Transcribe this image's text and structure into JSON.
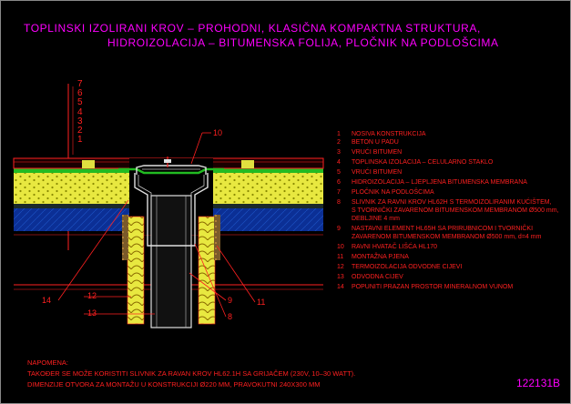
{
  "title": {
    "line1": "TOPLINSKI IZOLIRANI KROV – PROHODNI, KLASIČNA KOMPAKTNA STRUKTURA,",
    "line2": "HIDROIZOLACIJA – BITUMENSKA FOLIJA, PLOČNIK NA PODLOŠCIMA"
  },
  "layer_numbers": [
    "7",
    "6",
    "5",
    "4",
    "3",
    "2",
    "1"
  ],
  "callouts": {
    "c10": "10",
    "c14": "14",
    "c12": "12",
    "c13": "13",
    "c9": "9",
    "c11": "11",
    "c8": "8"
  },
  "legend": [
    {
      "num": "1",
      "text": "NOSIVA KONSTRUKCIJA"
    },
    {
      "num": "2",
      "text": "BETON U PADU"
    },
    {
      "num": "3",
      "text": "VRUĆI BITUMEN"
    },
    {
      "num": "4",
      "text": "TOPLINSKA IZOLACIJA – CELULARNO STAKLO"
    },
    {
      "num": "5",
      "text": "VRUĆI BITUMEN"
    },
    {
      "num": "6",
      "text": "HIDROIZOLACIJA – LJEPLJENA BITUMENSKA MEMBRANA"
    },
    {
      "num": "7",
      "text": "PLOČNIK NA PODLOŠCIMA"
    },
    {
      "num": "8",
      "text": "SLIVNIK ZA RAVNI KROV HL62H S TERMOIZOLIRANIM KUĆIŠTEM,\nS TVORNIČKI ZAVARENOM BITUMENSKOM MEMBRANOM Ø500 mm,\nDEBLJINE 4 mm"
    },
    {
      "num": "9",
      "text": "NASTAVNI ELEMENT HL65H SA PRIRUBNICOM I TVORNIČKI\nZAVARENOM BITUMENSKOM MEMBRANOM Ø500 mm, d=4 mm"
    },
    {
      "num": "10",
      "text": "RAVNI HVATAČ LIŠĆA HL170"
    },
    {
      "num": "11",
      "text": "MONTAŽNA PJENA"
    },
    {
      "num": "12",
      "text": "TERMOIZOLACIJA ODVODNE CIJEVI"
    },
    {
      "num": "13",
      "text": "ODVODNA CIJEV"
    },
    {
      "num": "14",
      "text": "POPUNITI PRAZAN PROSTOR MINERALNOM VUNOM"
    }
  ],
  "notes": {
    "heading": "NAPOMENA:",
    "line1": "TAKOĐER SE MOŽE KORISTITI SLIVNIK ZA RAVAN KROV HL62.1H SA GRIJAČEM (230V, 10–30 WATT).",
    "line2": "DIMENZIJE OTVORA ZA MONTAŽU U KONSTRUKCIJI Ø220 MM, PRAVOKUTNI 240X300 MM"
  },
  "drawing_code": "122131B",
  "colors": {
    "background": "#000000",
    "title": "#ff00ff",
    "text": "#ff2020",
    "insulation": "#ffff66",
    "slab": "#0a2a8a",
    "membrane": "#22bb22",
    "pipe": "#e0e0e0"
  }
}
